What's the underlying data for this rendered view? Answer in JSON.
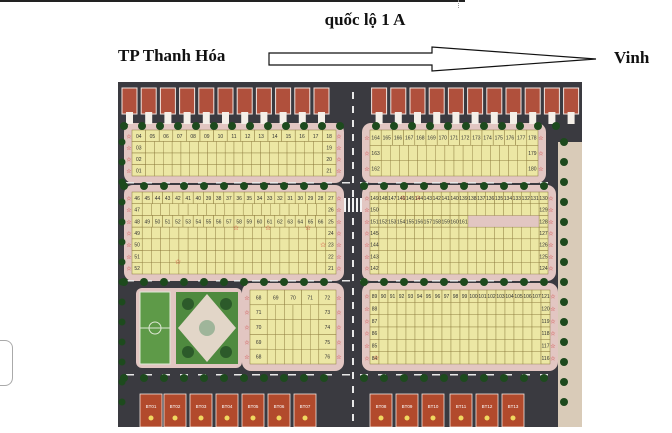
{
  "header": {
    "road_name": "quốc lộ 1 A",
    "from_city": "TP Thanh Hóa",
    "to_city": "Vinh"
  },
  "colors": {
    "asphalt": "#3a3a40",
    "sidewalk": "#e2c6c2",
    "lot": "#ece7a4",
    "lot_stroke": "#8c7a3c",
    "tree": "#1d4a1d",
    "house_roof": "#b0503c",
    "villa_roof": "#b24a2c",
    "star": "#cc1a1a",
    "park": "#4f8a3f"
  },
  "blocks": [
    {
      "name": "block-top-left",
      "rows": [
        {
          "labels": [
            "04",
            "05",
            "06",
            "07",
            "08",
            "09",
            "10",
            "11",
            "12",
            "13",
            "14",
            "15",
            "16",
            "17",
            "18"
          ]
        },
        {
          "labels": [
            "03",
            "",
            "",
            "",
            "",
            "",
            "",
            "",
            "",
            "",
            "",
            "",
            "",
            "",
            "19"
          ]
        },
        {
          "labels": [
            "02",
            "",
            "",
            "",
            "",
            "",
            "",
            "",
            "",
            "",
            "",
            "",
            "",
            "",
            "20"
          ]
        },
        {
          "labels": [
            "01",
            "",
            "",
            "",
            "",
            "",
            "",
            "",
            "",
            "",
            "",
            "",
            "",
            "",
            "21"
          ]
        }
      ]
    },
    {
      "name": "block-top-right",
      "rows": [
        {
          "labels": [
            "164",
            "165",
            "166",
            "167",
            "168",
            "169",
            "170",
            "171",
            "172",
            "173",
            "174",
            "175",
            "176",
            "177",
            "178"
          ]
        },
        {
          "labels": [
            "163",
            "",
            "",
            "",
            "",
            "",
            "",
            "",
            "",
            "",
            "",
            "",
            "",
            "",
            "179"
          ]
        },
        {
          "labels": [
            "162",
            "",
            "",
            "",
            "",
            "",
            "",
            "",
            "",
            "",
            "",
            "",
            "",
            "",
            "180"
          ]
        }
      ]
    },
    {
      "name": "block-middle-left",
      "rows": [
        {
          "labels": [
            "46",
            "45",
            "44",
            "43",
            "42",
            "41",
            "40",
            "39",
            "38",
            "37",
            "36",
            "35",
            "34",
            "33",
            "32",
            "31",
            "30",
            "29",
            "28",
            "27"
          ]
        },
        {
          "labels": [
            "47",
            "",
            "",
            "",
            "",
            "",
            "",
            "",
            "",
            "",
            "",
            "",
            "",
            "",
            "",
            "",
            "",
            "",
            "",
            "26"
          ]
        },
        {
          "labels": [
            "48",
            "49",
            "50",
            "51",
            "52",
            "53",
            "54",
            "55",
            "56",
            "57",
            "58",
            "59",
            "60",
            "61",
            "62",
            "63",
            "64",
            "65",
            "66",
            "25"
          ]
        },
        {
          "labels": [
            "49",
            "",
            "",
            "",
            "",
            "",
            "",
            "",
            "",
            "",
            "",
            "",
            "",
            "",
            "",
            "",
            "",
            "",
            "",
            "24"
          ]
        },
        {
          "labels": [
            "50",
            "",
            "",
            "",
            "",
            "",
            "",
            "",
            "",
            "",
            "",
            "",
            "",
            "",
            "",
            "",
            "",
            "",
            "",
            "23"
          ]
        },
        {
          "labels": [
            "51",
            "",
            "",
            "",
            "",
            "",
            "",
            "",
            "",
            "",
            "",
            "",
            "",
            "",
            "",
            "",
            "",
            "",
            "",
            "22"
          ]
        },
        {
          "labels": [
            "52",
            "",
            "",
            "",
            "",
            "",
            "",
            "",
            "",
            "",
            "",
            "",
            "",
            "",
            "",
            "",
            "",
            "",
            "",
            "21"
          ]
        }
      ]
    },
    {
      "name": "block-middle-right",
      "rows": [
        {
          "labels": [
            "149",
            "148",
            "147",
            "146",
            "145",
            "144",
            "143",
            "142",
            "141",
            "140",
            "139",
            "138",
            "137",
            "136",
            "135",
            "134",
            "133",
            "132",
            "131",
            "130"
          ]
        },
        {
          "labels": [
            "150",
            "",
            "",
            "",
            "",
            "",
            "",
            "",
            "",
            "",
            "",
            "",
            "",
            "",
            "",
            "",
            "",
            "",
            "",
            "129"
          ]
        },
        {
          "labels": [
            "151",
            "152",
            "153",
            "154",
            "155",
            "156",
            "157",
            "158",
            "159",
            "160",
            "161",
            "",
            "",
            "",
            "",
            "",
            "",
            "",
            "",
            "128"
          ]
        },
        {
          "labels": [
            "145",
            "",
            "",
            "",
            "",
            "",
            "",
            "",
            "",
            "",
            "",
            "",
            "",
            "",
            "",
            "",
            "",
            "",
            "",
            "127"
          ]
        },
        {
          "labels": [
            "144",
            "",
            "",
            "",
            "",
            "",
            "",
            "",
            "",
            "",
            "",
            "",
            "",
            "",
            "",
            "",
            "",
            "",
            "",
            "126"
          ]
        },
        {
          "labels": [
            "143",
            "",
            "",
            "",
            "",
            "",
            "",
            "",
            "",
            "",
            "",
            "",
            "",
            "",
            "",
            "",
            "",
            "",
            "",
            "125"
          ]
        },
        {
          "labels": [
            "142",
            "",
            "",
            "",
            "",
            "",
            "",
            "",
            "",
            "",
            "",
            "",
            "",
            "",
            "",
            "",
            "",
            "",
            "",
            "124"
          ]
        }
      ]
    },
    {
      "name": "block-bottom-left",
      "rows": [
        {
          "labels": [
            "68",
            "69",
            "70",
            "71",
            "72"
          ]
        },
        {
          "labels": [
            "71",
            "",
            "",
            "",
            "73"
          ]
        },
        {
          "labels": [
            "70",
            "",
            "",
            "",
            "74"
          ]
        },
        {
          "labels": [
            "69",
            "",
            "",
            "",
            "75"
          ]
        },
        {
          "labels": [
            "68",
            "",
            "",
            "",
            "76"
          ]
        }
      ]
    },
    {
      "name": "block-bottom-right",
      "rows": [
        {
          "labels": [
            "89",
            "90",
            "91",
            "92",
            "93",
            "94",
            "95",
            "96",
            "97",
            "98",
            "99",
            "100",
            "101",
            "102",
            "103",
            "104",
            "105",
            "106",
            "107",
            "121"
          ]
        },
        {
          "labels": [
            "88",
            "",
            "",
            "",
            "",
            "",
            "",
            "",
            "",
            "",
            "",
            "",
            "",
            "",
            "",
            "",
            "",
            "",
            "",
            "120"
          ]
        },
        {
          "labels": [
            "87",
            "",
            "",
            "",
            "",
            "",
            "",
            "",
            "",
            "",
            "",
            "",
            "",
            "",
            "",
            "",
            "",
            "",
            "",
            "119"
          ]
        },
        {
          "labels": [
            "86",
            "",
            "",
            "",
            "",
            "",
            "",
            "",
            "",
            "",
            "",
            "",
            "",
            "",
            "",
            "",
            "",
            "",
            "",
            "118"
          ]
        },
        {
          "labels": [
            "85",
            "",
            "",
            "",
            "",
            "",
            "",
            "",
            "",
            "",
            "",
            "",
            "",
            "",
            "",
            "",
            "",
            "",
            "",
            "117"
          ]
        },
        {
          "labels": [
            "84",
            "",
            "",
            "",
            "",
            "",
            "",
            "",
            "",
            "",
            "",
            "",
            "",
            "",
            "",
            "",
            "",
            "",
            "",
            "116"
          ]
        }
      ]
    }
  ],
  "villas": [
    "BT01",
    "BT02",
    "BT03",
    "BT04",
    "BT05",
    "BT06",
    "BT07",
    "BT08",
    "BT09",
    "BT10",
    "BT11",
    "BT12",
    "BT13"
  ]
}
